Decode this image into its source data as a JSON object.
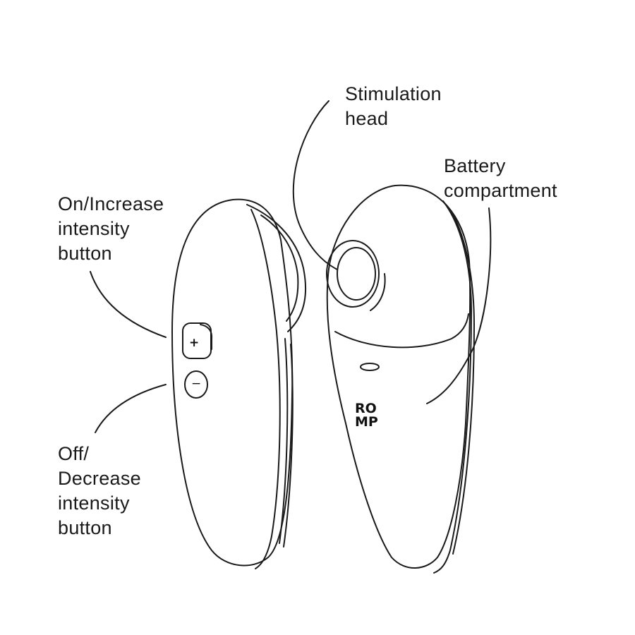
{
  "labels": {
    "stimulation_head": [
      "Stimulation",
      "head"
    ],
    "battery_compartment": [
      "Battery",
      "compartment"
    ],
    "on_increase": [
      "On/Increase",
      "intensity",
      "button"
    ],
    "off_decrease": [
      "Off/",
      "Decrease",
      "intensity",
      "button"
    ]
  },
  "logo": [
    "RO",
    "MP"
  ],
  "buttons": {
    "plus": "+",
    "minus": "−"
  },
  "colors": {
    "stroke": "#1a1a1a",
    "background": "#ffffff"
  }
}
